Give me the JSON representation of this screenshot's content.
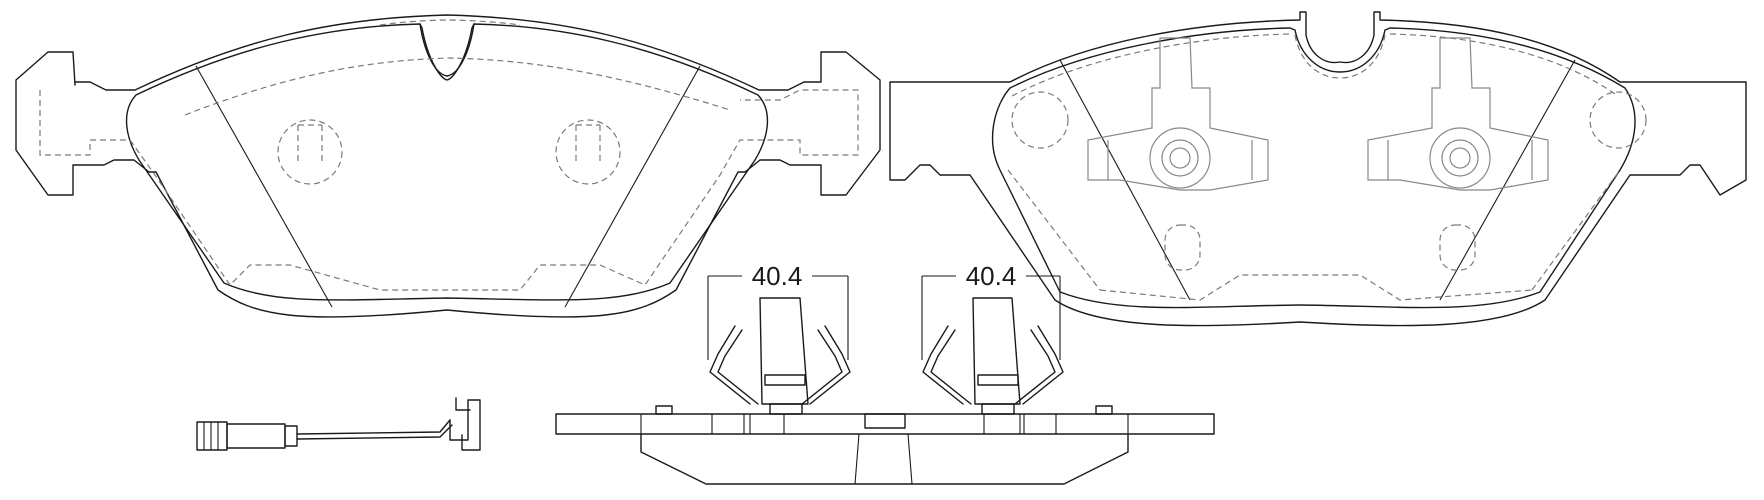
{
  "dimensions": {
    "left_clip_width": "40.4",
    "right_clip_width": "40.4"
  },
  "parts": [
    "front-brake-pad-inner",
    "front-brake-pad-outer",
    "wear-sensor",
    "pad-side-profile",
    "spring-clip"
  ],
  "colors": {
    "outline": "#1a1a1a",
    "hidden_line": "#7a7a7a",
    "shim": "#888888"
  }
}
